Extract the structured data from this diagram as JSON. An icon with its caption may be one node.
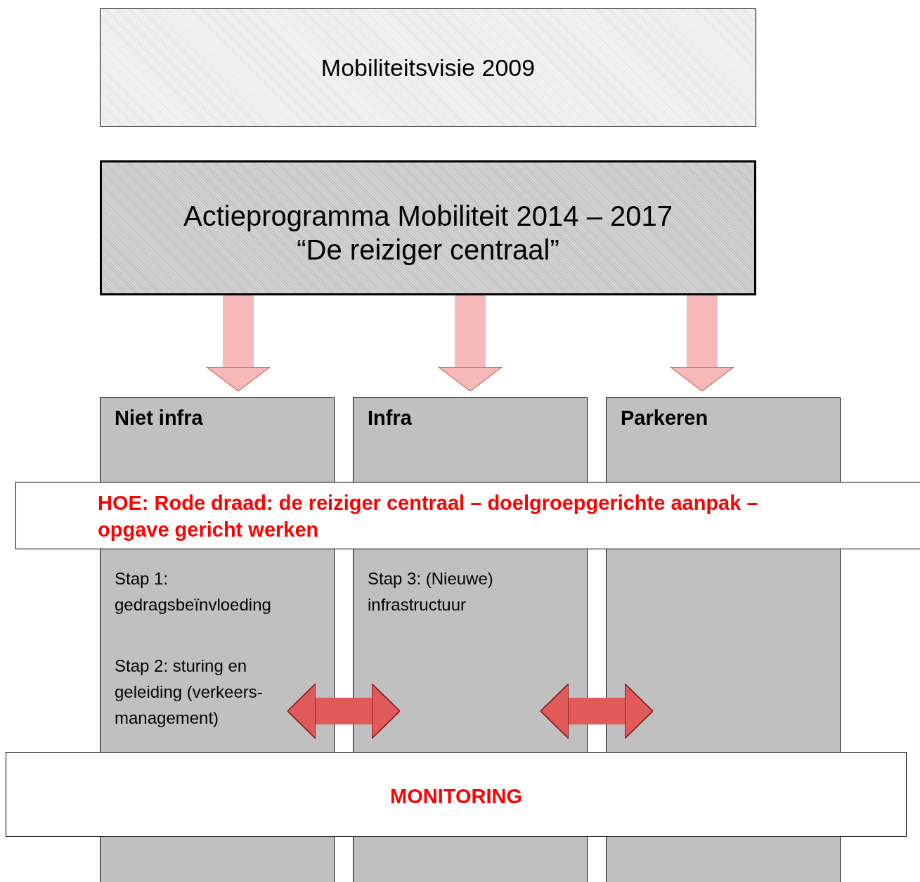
{
  "diagram": {
    "nodes": [
      {
        "text": [
          "Mobiliteitsvisie 2009"
        ]
      },
      {
        "text": [
          "Actieprogramma Mobiliteit 2014 – 2017",
          "“De reiziger centraal”"
        ]
      },
      {
        "text": [
          "Niet infra",
          "Stap 1: gedragsbeïnvloeding",
          "Stap 2: sturing en geleiding (verkeers- management)"
        ]
      },
      {
        "text": [
          "Infra",
          "Stap 3: (Nieuwe) infrastructuur"
        ]
      },
      {
        "text": [
          "Parkeren"
        ]
      },
      {
        "text": [
          "HOE: Rode draad: de reiziger centraal – doelgroepgerichte aanpak – opgave gericht werken"
        ]
      },
      {
        "text": [
          "MONITORING"
        ]
      }
    ],
    "edges": [
      {
        "from": 1,
        "to": 2,
        "arrow": "to"
      },
      {
        "from": 1,
        "to": 3,
        "arrow": "to"
      },
      {
        "from": 1,
        "to": 4,
        "arrow": "to"
      },
      {
        "from": 2,
        "to": 3,
        "arrow": "both",
        "color": "#e05a5a"
      },
      {
        "from": 3,
        "to": 4,
        "arrow": "both",
        "color": "#e05a5a"
      }
    ]
  }
}
